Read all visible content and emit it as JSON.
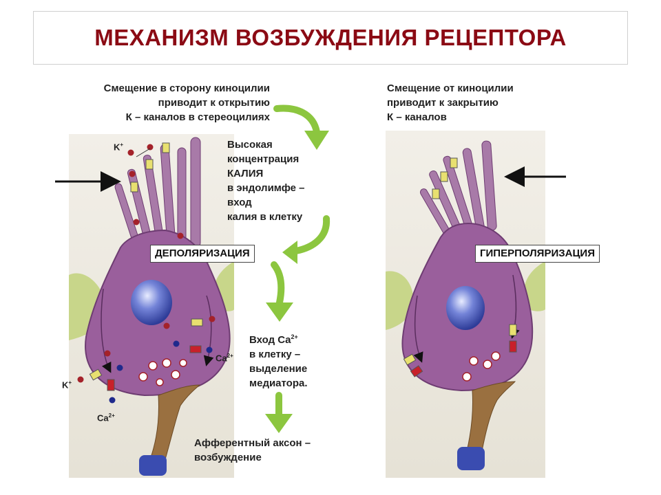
{
  "title": "МЕХАНИЗМ ВОЗБУЖДЕНИЯ РЕЦЕПТОРА",
  "left": {
    "caption": [
      "Смещение в сторону киноцилии",
      "приводит к открытию",
      "К – каналов в стереоцилиях"
    ],
    "state_label": "ДЕПОЛЯРИЗАЦИЯ",
    "k_label_top": "K",
    "k_label_bottom": "K",
    "ca_label_right": "Ca",
    "ca_label_bottom": "Ca",
    "k_charge": "+",
    "ca_charge": "2+"
  },
  "right": {
    "caption": [
      "Смещение от киноцилии",
      "приводит к закрытию",
      "К – каналов"
    ],
    "state_label": "ГИПЕРПОЛЯРИЗАЦИЯ"
  },
  "middle": {
    "potassium_text": [
      "Высокая",
      "концентрация",
      "КАЛИЯ",
      "в эндолимфе –",
      "вход",
      "калия в клетку"
    ],
    "calcium_line1": "Вход Ca",
    "calcium_charge": "2+",
    "calcium_rest": [
      "в клетку –",
      "выделение",
      "медиатора."
    ],
    "axon_text": [
      "Афферентный аксон –",
      "возбуждение"
    ]
  },
  "colors": {
    "title": "#8b0a14",
    "cell": "#9a5f9c",
    "cell_dark": "#6e3c72",
    "nucleus": "#4e5fc0",
    "green_arrow": "#8cc63f",
    "axon": "#9a7040",
    "support": "#c8d68a",
    "k_ion": "#a4222a",
    "ca_ion": "#1f2a8c"
  }
}
